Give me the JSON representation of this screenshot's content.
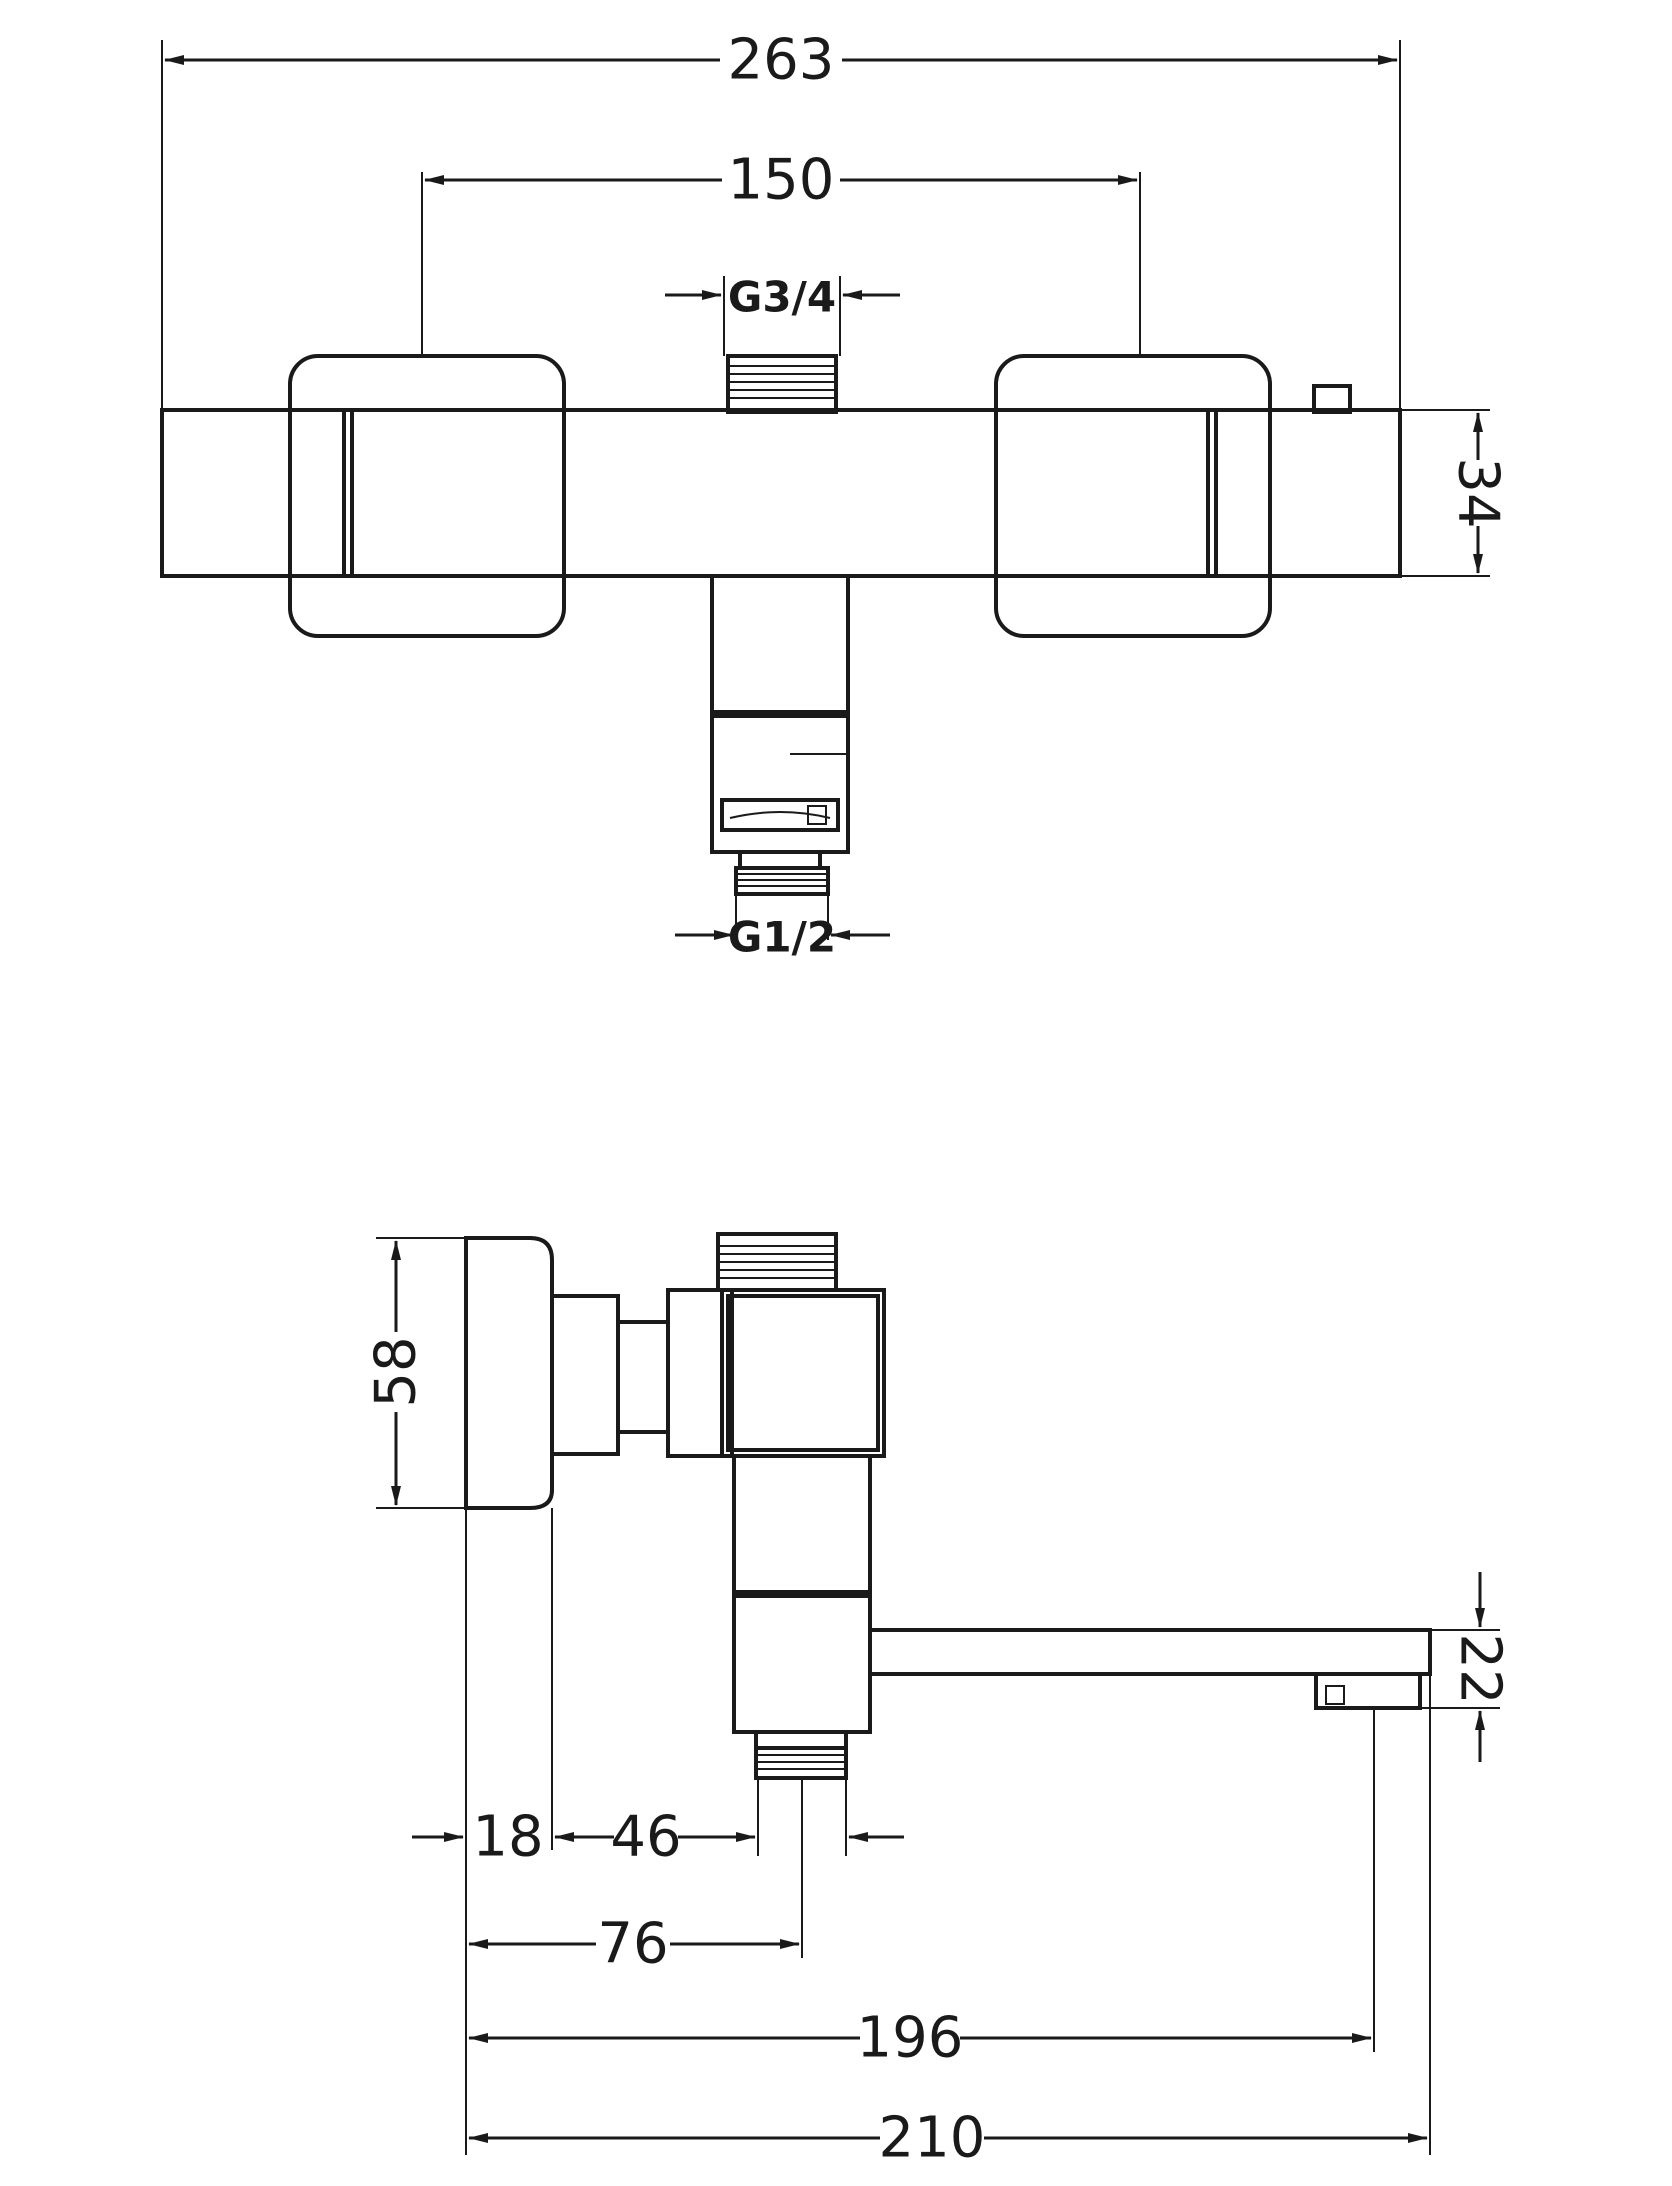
{
  "front_view": {
    "overall_width": "263",
    "handle_spacing": "150",
    "top_connection": "G3/4",
    "body_height": "34",
    "bottom_connection": "G1/2"
  },
  "side_view": {
    "wall_plate_height": "58",
    "spout_height": "22",
    "plate_thickness": "18",
    "outlet_offset": "46",
    "outlet_center": "76",
    "spout_reach": "196",
    "overall_depth": "210"
  },
  "colors": {
    "line": "#1a1a1a",
    "background": "#ffffff"
  }
}
